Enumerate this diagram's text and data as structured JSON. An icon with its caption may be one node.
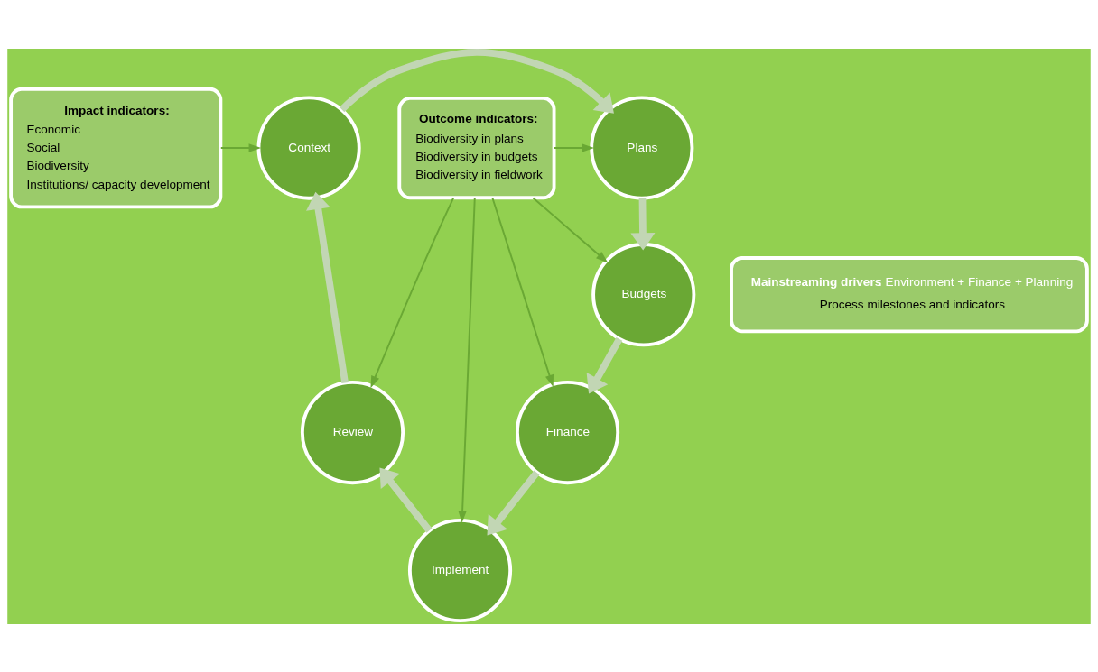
{
  "diagram": {
    "nodes": [
      {
        "text": [
          "Impact indicators:",
          "Economic",
          "Social",
          "Biodiversity",
          "Institutions/ capacity development"
        ]
      },
      {
        "text": [
          "Plans"
        ]
      },
      {
        "text": [
          "Context"
        ]
      },
      {
        "text": [
          "Outcome indicators:",
          "Biodiversity in plans",
          "Biodiversity in budgets",
          "Biodiversity in fieldwork"
        ]
      },
      {
        "text": [
          "Budgets"
        ]
      },
      {
        "text": [
          "**Mainstreaming drivers**: Environment + Finance + Planning",
          "Process milestones and indicators"
        ]
      },
      {
        "text": [
          "Finance"
        ]
      },
      {
        "text": [
          "Review"
        ]
      },
      {
        "text": [
          "Implement"
        ]
      }
    ],
    "edges": [
      {
        "from": 2,
        "to": 1,
        "arrow": "to",
        "style": "thick",
        "color": "#c2d6b4"
      },
      {
        "from": 1,
        "to": 4,
        "arrow": "to",
        "style": "thick",
        "color": "#c2d6b4"
      },
      {
        "from": 4,
        "to": 6,
        "arrow": "to",
        "style": "thick",
        "color": "#c2d6b4"
      },
      {
        "from": 6,
        "to": 8,
        "arrow": "to",
        "style": "thick",
        "color": "#c2d6b4"
      },
      {
        "from": 8,
        "to": 7,
        "arrow": "to",
        "style": "thick",
        "color": "#c2d6b4"
      },
      {
        "from": 7,
        "to": 2,
        "arrow": "to",
        "style": "thick",
        "color": "#c2d6b4"
      },
      {
        "from": 0,
        "to": 2,
        "arrow": "to",
        "color": "#6aa834"
      },
      {
        "from": 3,
        "to": 1,
        "arrow": "to",
        "color": "#6aa834"
      },
      {
        "from": 3,
        "to": 4,
        "arrow": "to",
        "color": "#6aa834"
      },
      {
        "from": 3,
        "to": 7,
        "arrow": "to",
        "color": "#6aa834"
      },
      {
        "from": 3,
        "to": 8,
        "arrow": "to",
        "color": "#6aa834"
      },
      {
        "from": 3,
        "to": 6,
        "arrow": "to",
        "color": "#6aa834"
      }
    ]
  }
}
